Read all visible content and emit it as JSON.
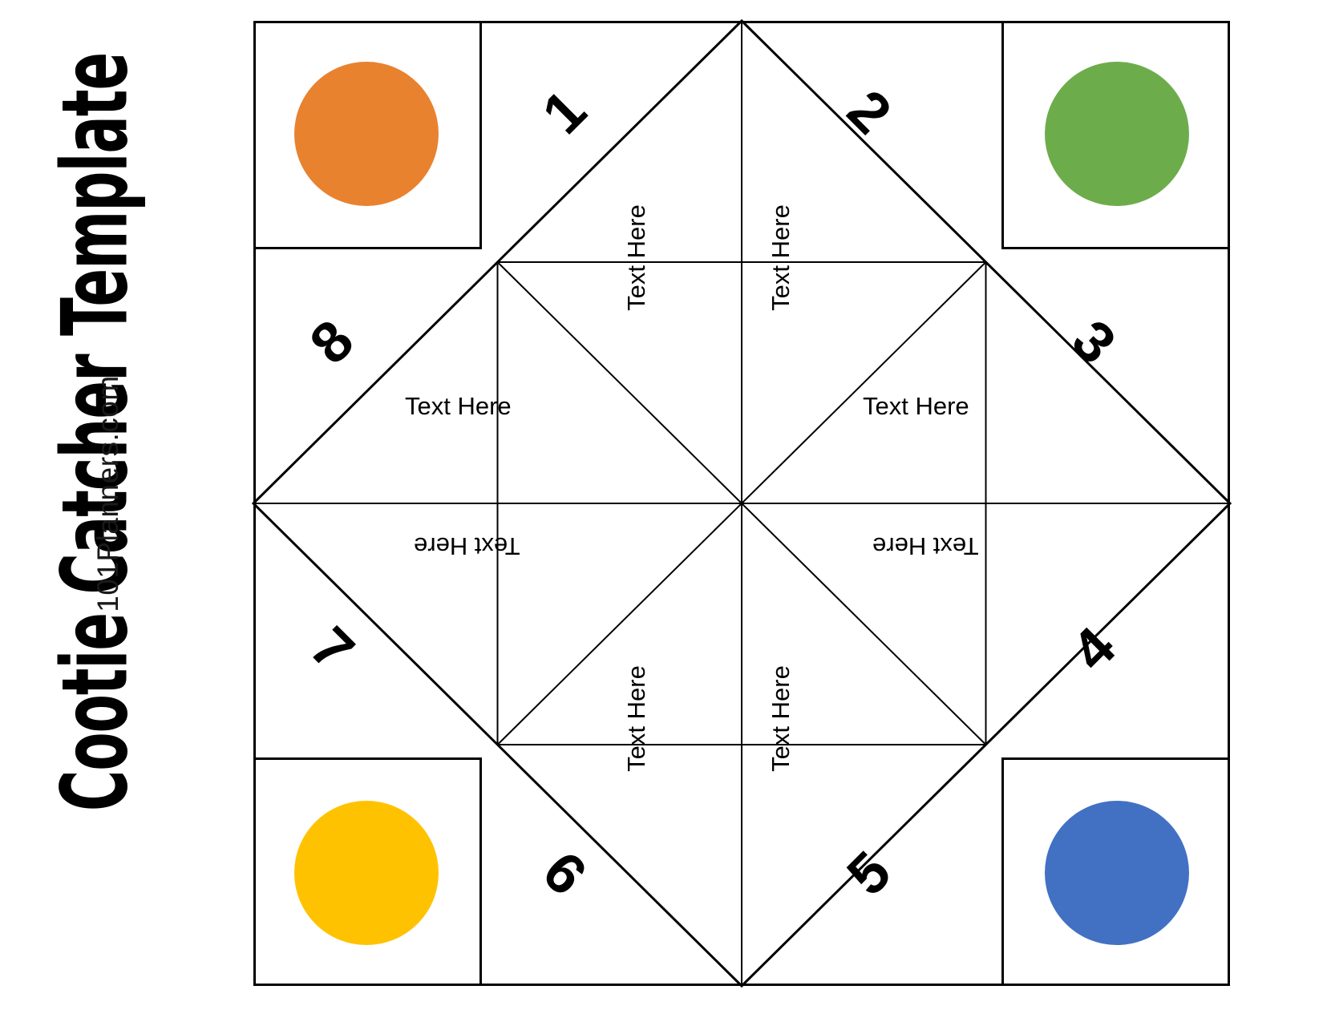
{
  "branding": {
    "title": "Cootie Catcher Template",
    "credit": "101Planners.com"
  },
  "template": {
    "corners": [
      {
        "position": "top-left",
        "dot_color": "#E8822F",
        "dot_name": "orange-circle"
      },
      {
        "position": "top-right",
        "dot_color": "#6DAC4B",
        "dot_name": "green-circle"
      },
      {
        "position": "bottom-left",
        "dot_color": "#FFC200",
        "dot_name": "yellow-circle"
      },
      {
        "position": "bottom-right",
        "dot_color": "#4271C4",
        "dot_name": "blue-circle"
      }
    ],
    "flap_numbers": [
      "1",
      "2",
      "3",
      "4",
      "5",
      "6",
      "7",
      "8"
    ],
    "text_slots": [
      {
        "id": "top-left-inner",
        "label": "Text Here"
      },
      {
        "id": "top-right-inner",
        "label": "Text Here"
      },
      {
        "id": "left-upper",
        "label": "Text Here"
      },
      {
        "id": "right-upper",
        "label": "Text Here"
      },
      {
        "id": "left-lower",
        "label": "Text Here"
      },
      {
        "id": "right-lower",
        "label": "Text Here"
      },
      {
        "id": "bottom-left-inner",
        "label": "Text Here"
      },
      {
        "id": "bottom-right-inner",
        "label": "Text Here"
      }
    ],
    "line_color": "#000000",
    "background": "#FFFFFF"
  }
}
